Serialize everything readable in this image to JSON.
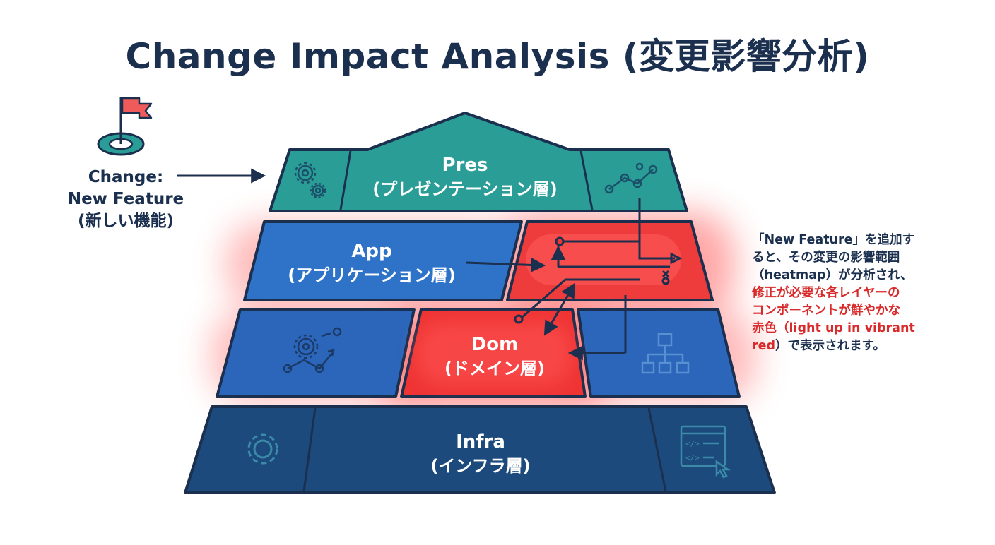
{
  "title": "Change Impact Analysis (変更影響分析)",
  "change": {
    "line1": "Change:",
    "line2": "New Feature",
    "line3": "(新しい機能)"
  },
  "layers": {
    "pres": {
      "name": "Pres",
      "sub": "(プレゼンテーション層)"
    },
    "app": {
      "name": "App",
      "sub": "(アプリケーション層)"
    },
    "dom": {
      "name": "Dom",
      "sub": "(ドメイン層)"
    },
    "infra": {
      "name": "Infra",
      "sub": "(インフラ層)"
    }
  },
  "description": {
    "l1": "「New Feature」を追加す",
    "l2": "ると、その変更の影響範囲",
    "l3": "（heatmap）が分析され、",
    "l4": "修正が必要な各レイヤーの",
    "l5": "コンポーネントが鮮やかな",
    "l6a": "赤色（",
    "l6b": "light up in vibrant",
    "l7a": "red",
    "l7b": "）で表示されます。"
  },
  "icons": {
    "flag": "flag-target-icon",
    "pres_left": "gears-icon",
    "pres_right": "line-graph-icon",
    "dom_left": "gear-network-icon",
    "dom_right": "hierarchy-icon",
    "infra_left": "gear-icon",
    "infra_right": "code-window-icon"
  },
  "colors": {
    "title": "#1b2f4e",
    "pres": "#2a9d96",
    "app": "#2f73c9",
    "dom": "#2b66ba",
    "infra": "#1c4a7c",
    "highlight": "#ef3434",
    "outline": "#1b2f4e",
    "accent_red": "#d92b2b"
  }
}
